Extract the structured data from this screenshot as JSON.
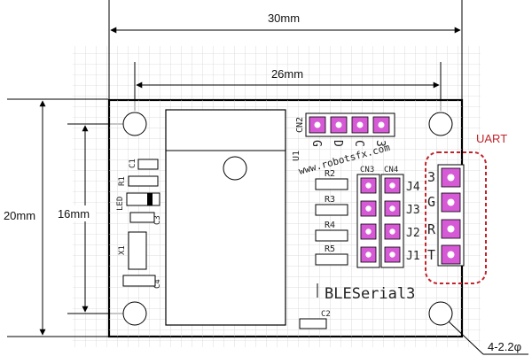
{
  "dimensions": {
    "width_outer": "30mm",
    "width_holes": "26mm",
    "height_outer": "20mm",
    "height_holes": "16mm",
    "hole_spec": "4-2.2φ"
  },
  "board": {
    "name": "BLESerial3",
    "url": "www.robotsfx.com",
    "module_label": "U1",
    "cn2_label": "CN2",
    "cn2_pins": [
      "G",
      "D",
      "C",
      "3"
    ],
    "cn3_label": "CN3",
    "cn4_label": "CN4",
    "jumpers": [
      "J4",
      "J3",
      "J2",
      "J1"
    ],
    "resistors": [
      "R2",
      "R3",
      "R4",
      "R5"
    ],
    "left_parts": [
      "C1",
      "R1",
      "LED",
      "C3",
      "X1",
      "C4"
    ],
    "bottom_part": "C2"
  },
  "uart": {
    "label": "UART",
    "pins": [
      "3",
      "G",
      "R",
      "T"
    ]
  },
  "colors": {
    "pad": "#d65ad6",
    "uart_highlight": "#c0242a",
    "grid": "#d6d6d6",
    "outline": "#000000"
  }
}
